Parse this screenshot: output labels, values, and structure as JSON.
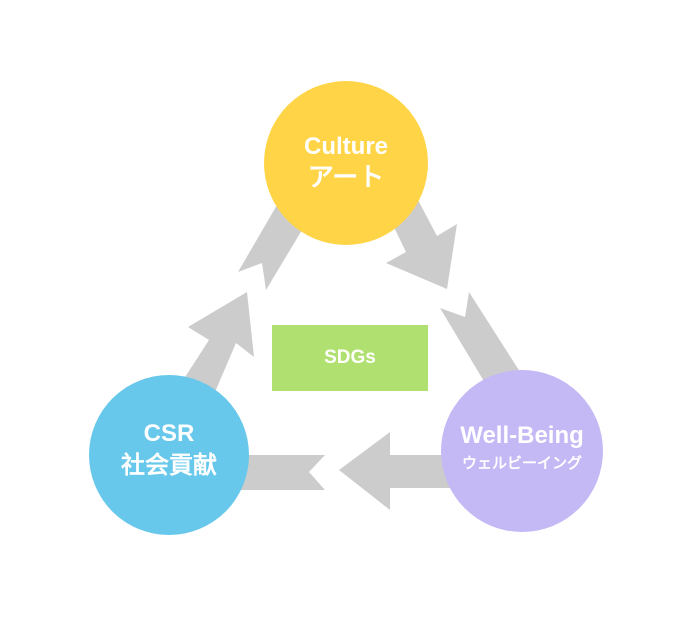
{
  "diagram": {
    "type": "cycle",
    "nodes": [
      {
        "id": "culture",
        "title": "Culture",
        "subtitle": "アート",
        "color": "#ffd547"
      },
      {
        "id": "wellbeing",
        "title": "Well-Being",
        "subtitle": "ウェルビーイング",
        "color": "#c4b8f5"
      },
      {
        "id": "csr",
        "title": "CSR",
        "subtitle": "社会貢献",
        "color": "#67c8eb"
      }
    ],
    "center": {
      "label": "SDGs",
      "color": "#b0e070"
    },
    "arrow_color": "#cccccc",
    "flow": [
      "culture",
      "wellbeing",
      "csr",
      "culture"
    ]
  }
}
